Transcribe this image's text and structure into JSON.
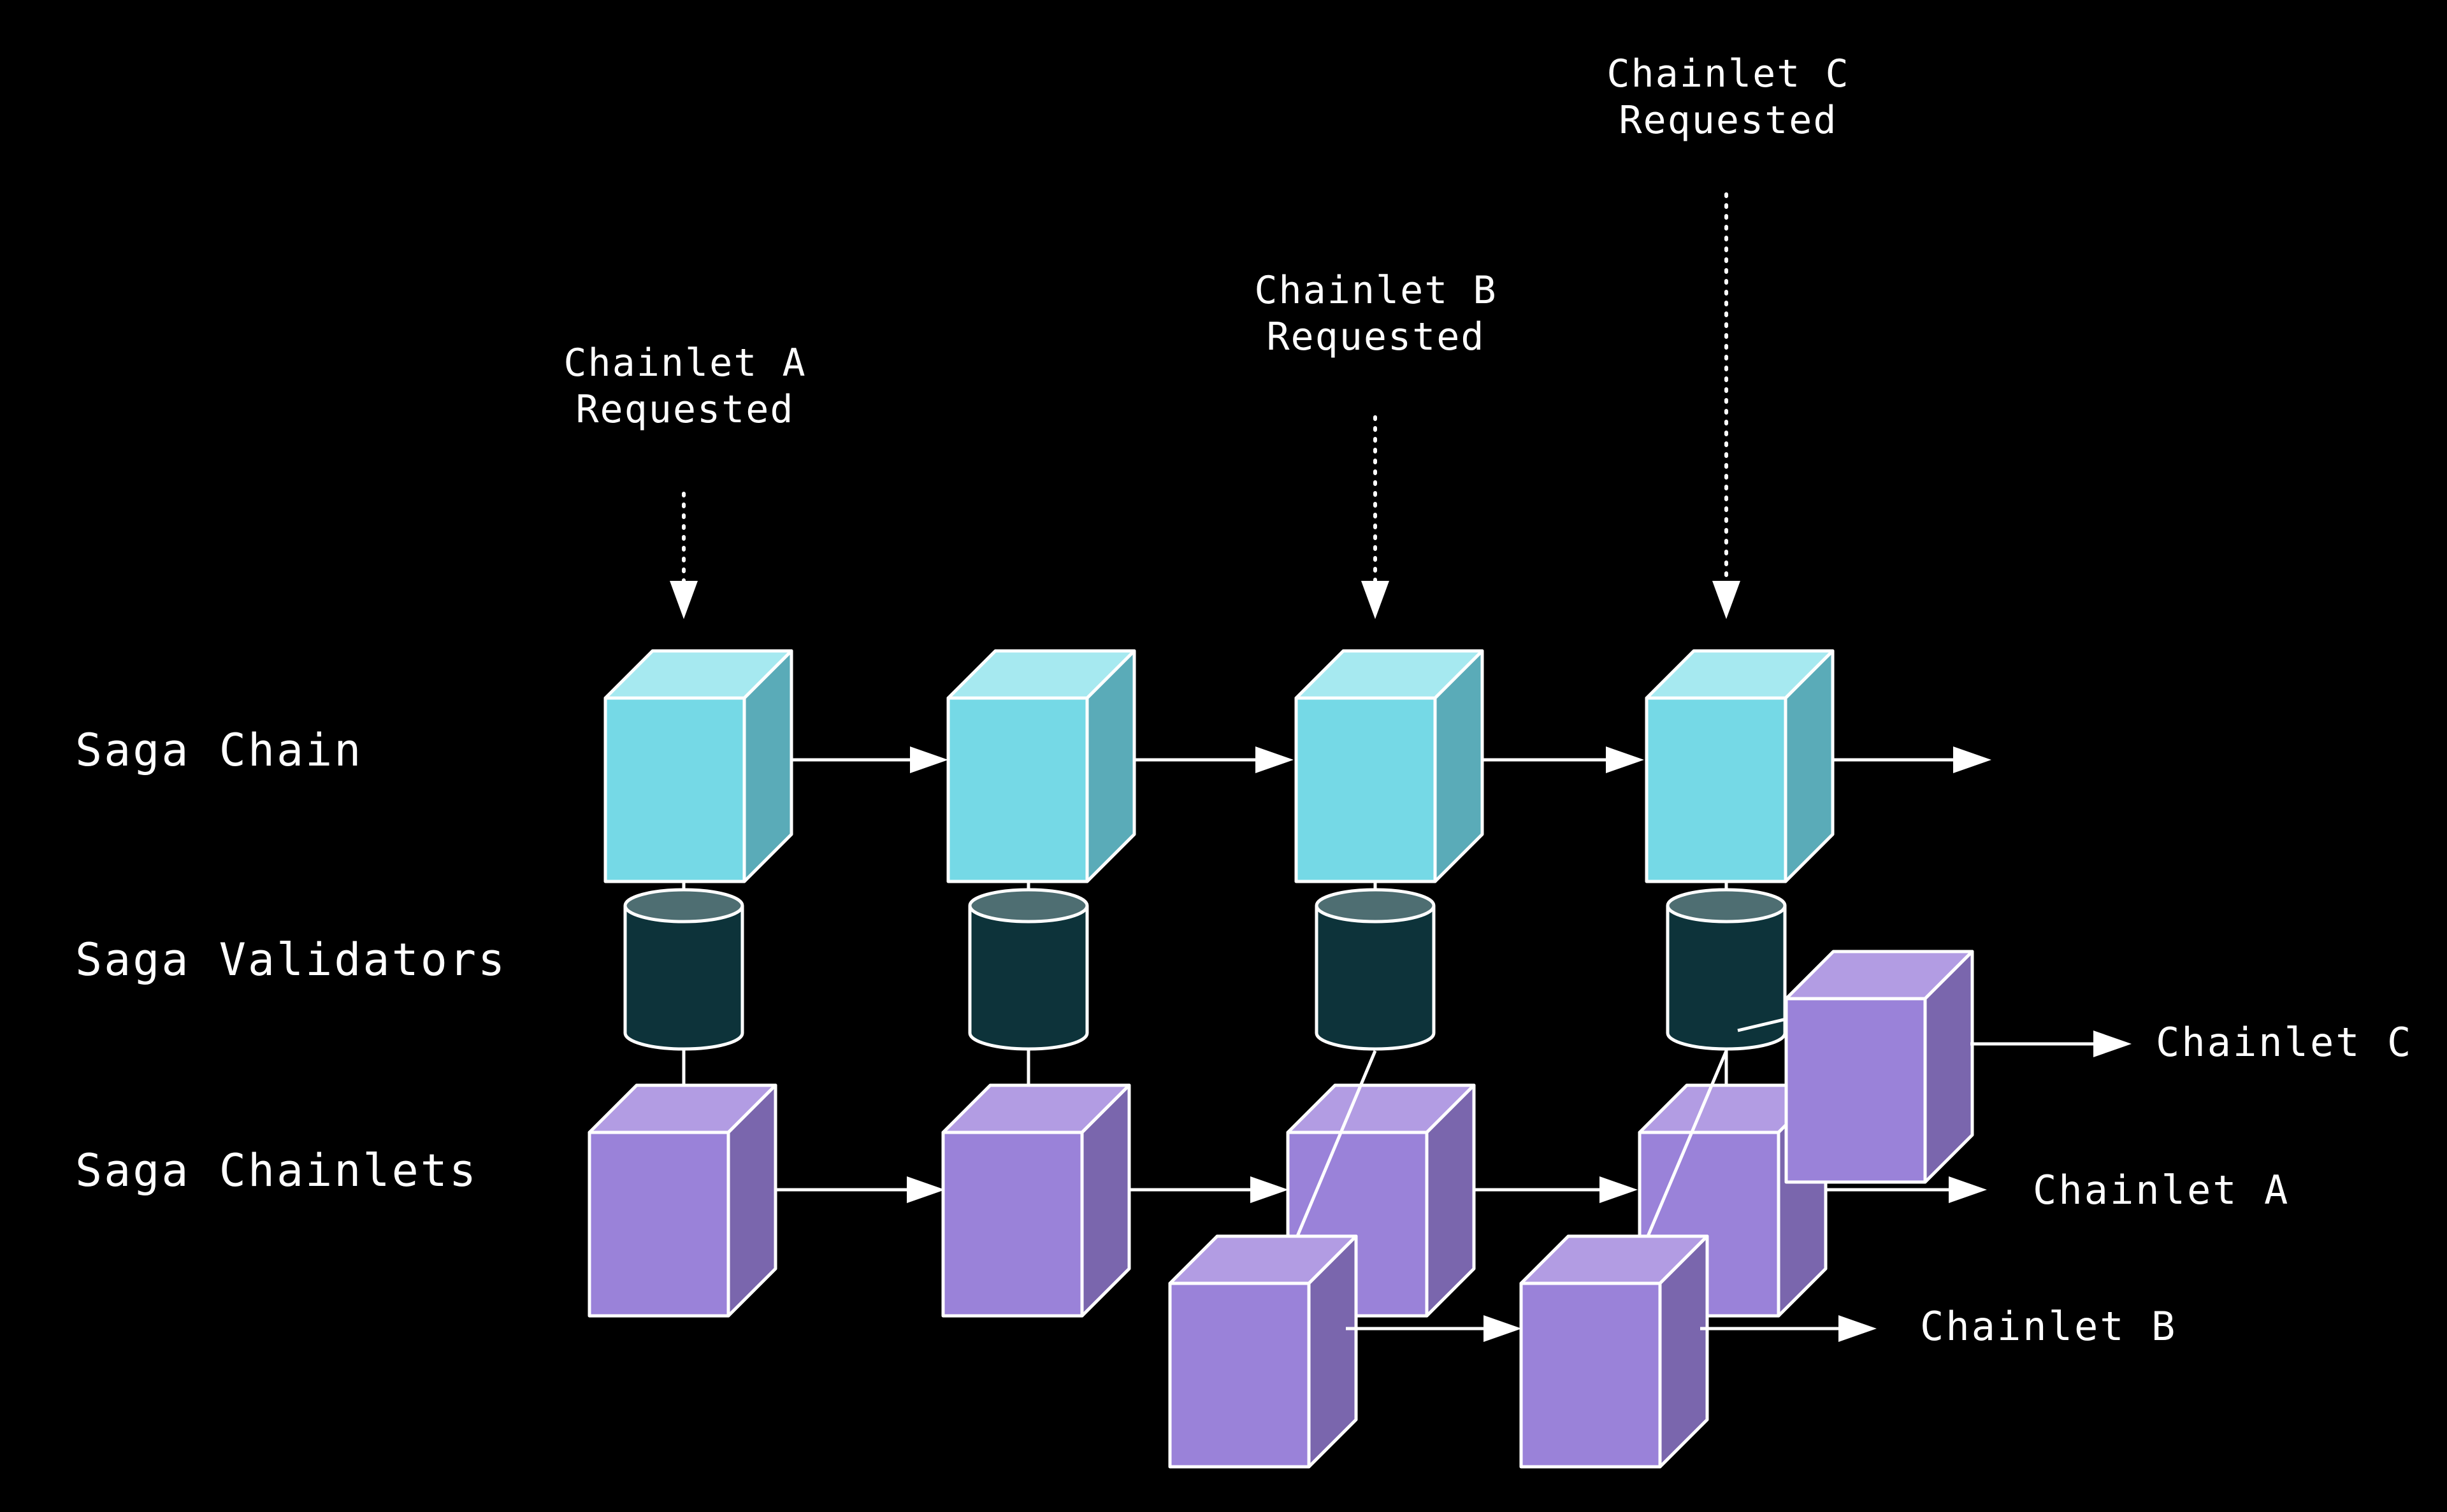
{
  "row_labels": {
    "saga_chain": "Saga Chain",
    "saga_validators": "Saga Validators",
    "saga_chainlets": "Saga Chainlets"
  },
  "requests": [
    {
      "line1": "Chainlet A",
      "line2": "Requested"
    },
    {
      "line1": "Chainlet B",
      "line2": "Requested"
    },
    {
      "line1": "Chainlet C",
      "line2": "Requested"
    }
  ],
  "outputs": {
    "chainlet_c": "Chainlet C",
    "chainlet_a": "Chainlet A",
    "chainlet_b": "Chainlet B"
  },
  "colors": {
    "background": "#000000",
    "chain_block_front": "#75D9E6",
    "chain_block_top": "#A6E9F0",
    "chain_block_side": "#5AABB8",
    "validator_body": "#0D333A",
    "validator_top": "#4E6E72",
    "chainlet_block_front": "#9A82D9",
    "chainlet_block_top": "#B29CE3",
    "chainlet_block_side": "#7A66AD",
    "stroke": "#FFFFFF"
  }
}
